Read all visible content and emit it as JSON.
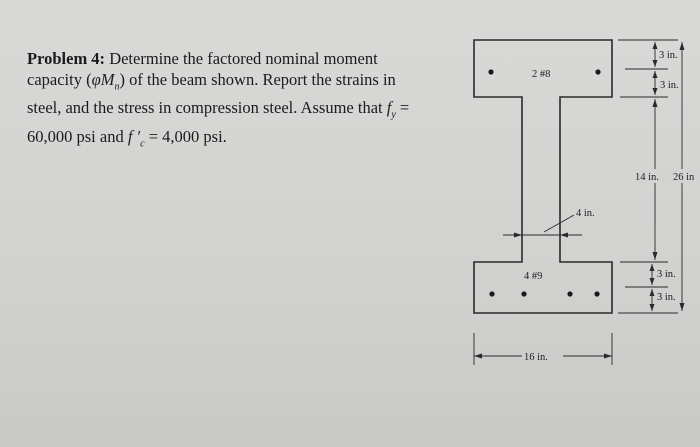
{
  "problem": {
    "heading": "Problem 4:",
    "line1": " Determine the factored nominal moment",
    "line2a": "capacity (",
    "phi": "φ",
    "M": "M",
    "n": "n",
    "line2b": ") of the beam shown. Report the strains in",
    "line3a": "steel, and the stress in compression steel. Assume that ",
    "f": "f",
    "y": "y",
    "line3b": " =",
    "line4a": "60,000 psi and ",
    "fc": "f ′",
    "c": "c",
    "line4b": " = 4,000 psi."
  },
  "figure": {
    "top_bars": "2 #8",
    "bottom_bars": "4 #9",
    "web_width": "4 in.",
    "width": "16 in.",
    "dim_top_1": "3 in.",
    "dim_top_2": "3 in.",
    "dim_mid_14": "14 in.",
    "dim_mid_26": "26 in",
    "dim_bot_1": "3 in.",
    "dim_bot_2": "3 in."
  }
}
